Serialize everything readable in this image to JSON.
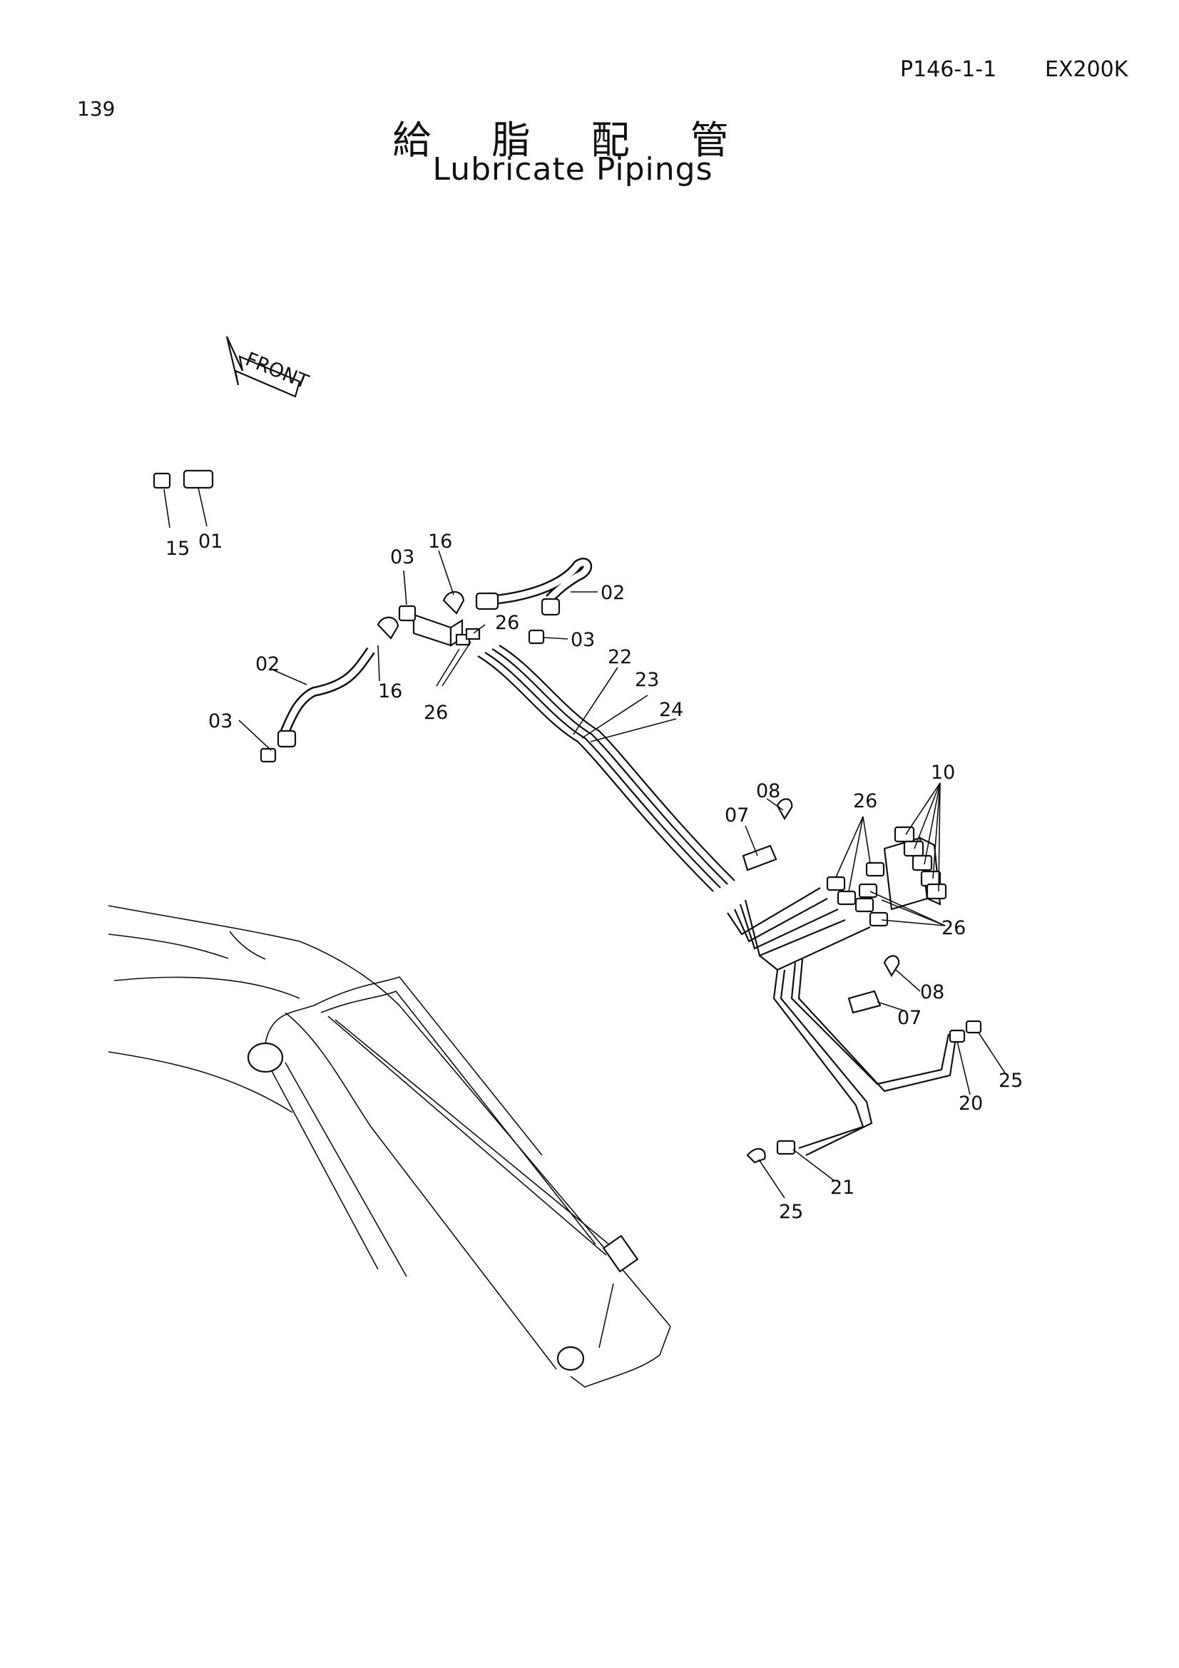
{
  "header": {
    "page_number": "139",
    "page_code": "P146-1-1",
    "model": "EX200K"
  },
  "title": {
    "japanese": "給 脂 配 管",
    "english": "Lubricate Pipings"
  },
  "front_arrow_text": "FRONT",
  "callouts": {
    "c15": "15",
    "c01": "01",
    "c03a": "03",
    "c16a": "16",
    "c02a": "02",
    "c26a": "26",
    "c03b": "03",
    "c02b": "02",
    "c16b": "16",
    "c03c": "03",
    "c26b": "26",
    "c22": "22",
    "c23": "23",
    "c24": "24",
    "c10": "10",
    "c08a": "08",
    "c07a": "07",
    "c26c": "26",
    "c26d": "26",
    "c08b": "08",
    "c07b": "07",
    "c25a": "25",
    "c20": "20",
    "c21": "21",
    "c25b": "25"
  }
}
